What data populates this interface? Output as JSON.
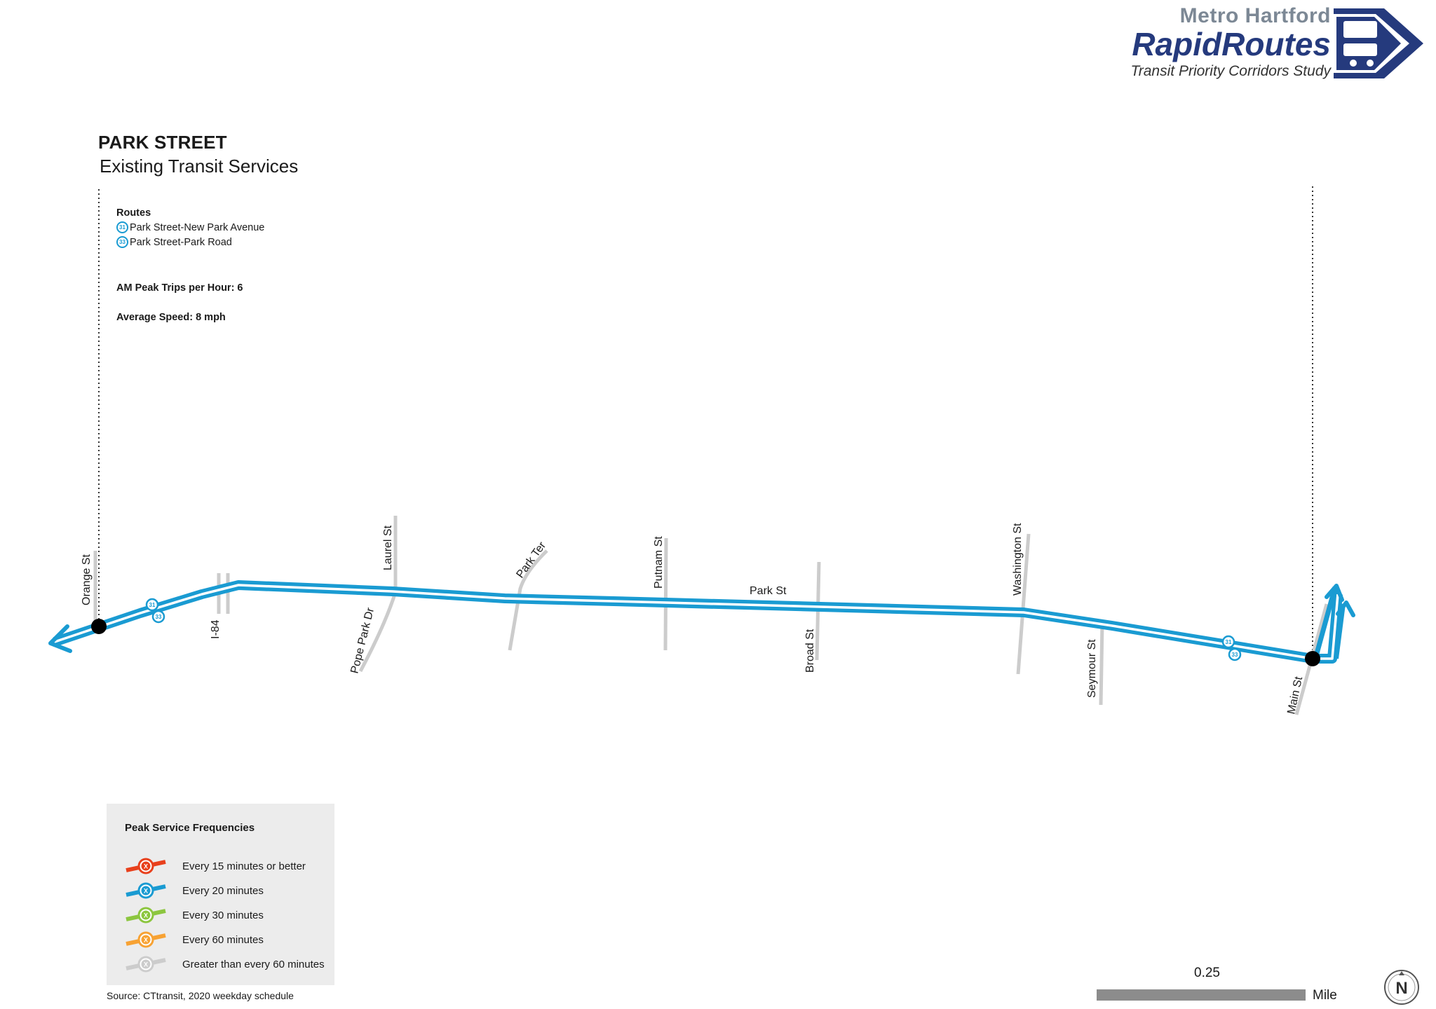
{
  "logo": {
    "top_text": "Metro Hartford",
    "main_text": "RapidRoutes",
    "sub_text": "Transit Priority Corridors Study"
  },
  "title": "PARK STREET",
  "subtitle": "Existing Transit Services",
  "routes_header": "Routes",
  "routes": [
    {
      "number": "31",
      "name": "Park Street-New Park Avenue"
    },
    {
      "number": "33",
      "name": "Park Street-Park Road"
    }
  ],
  "peak_trips": "AM Peak Trips per Hour: 6",
  "avg_speed": "Average Speed: 8 mph",
  "streets": {
    "orange": "Orange St",
    "i84": "I-84",
    "laurel": "Laurel St",
    "pope_park": "Pope Park Dr",
    "park_ter": "Park Ter",
    "putnam": "Putnam St",
    "park": "Park St",
    "broad": "Broad St",
    "washington": "Washington St",
    "seymour": "Seymour St",
    "main": "Main St"
  },
  "badge_labels": {
    "route_a": "31",
    "route_b": "33"
  },
  "legend": {
    "title": "Peak Service Frequencies",
    "marker": "X",
    "items": [
      {
        "label": "Every 15 minutes or better",
        "color": "#e8401c"
      },
      {
        "label": "Every 20 minutes",
        "color": "#1a9bd2"
      },
      {
        "label": "Every 30 minutes",
        "color": "#8cc63f"
      },
      {
        "label": "Every 60 minutes",
        "color": "#f7a233"
      },
      {
        "label": "Greater than every 60 minutes",
        "color": "#cccccc"
      }
    ]
  },
  "source": "Source: CTtransit, 2020 weekday schedule",
  "scale": {
    "value": "0.25",
    "unit": "Mile"
  },
  "north_label": "N",
  "colors": {
    "route": "#1a9bd2",
    "cross_street": "#cccccc",
    "brand_navy": "#253a7d",
    "brand_gray": "#7c8895"
  }
}
